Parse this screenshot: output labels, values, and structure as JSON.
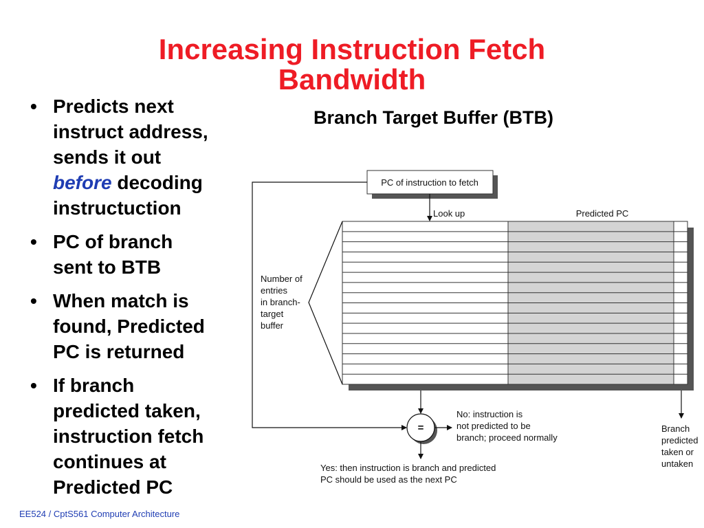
{
  "slide": {
    "title_lines": [
      "Increasing Instruction Fetch",
      "Bandwidth"
    ],
    "bullets": [
      {
        "lines": [
          "Predicts next",
          "instruct address,",
          "sends it out"
        ],
        "emph": "before",
        "after": "decoding",
        "last": "instructuction"
      },
      {
        "lines": [
          "PC of branch",
          "sent to BTB"
        ]
      },
      {
        "lines": [
          "When match is",
          "found, Predicted",
          "PC is returned"
        ]
      },
      {
        "lines": [
          "If branch",
          "predicted taken,",
          "instruction fetch",
          "continues at",
          "Predicted PC"
        ]
      }
    ],
    "bullet_symbol": "•",
    "footer": "EE524 / CptS561 Computer Architecture"
  },
  "diagram": {
    "title": "Branch Target Buffer (BTB)",
    "pc_box": "PC of instruction to fetch",
    "lookup": "Look up",
    "predicted_pc": "Predicted PC",
    "entries_label": [
      "Number of",
      "entries",
      "in branch-",
      "target",
      "buffer"
    ],
    "compare": "=",
    "no_text": [
      "No:  instruction is",
      "not predicted to be",
      "branch; proceed normally"
    ],
    "yes_text": [
      "Yes:  then instruction is branch and predicted",
      "PC should be used as the next PC"
    ],
    "branch_text": [
      "Branch",
      "predicted",
      "taken or",
      "untaken"
    ],
    "row_count": 16,
    "colors": {
      "title": "#ee1c25",
      "emphasis": "#1f3db3",
      "footer": "#1f3db3",
      "predicted_fill": "#d4d4d4",
      "shadow": "#555555"
    }
  }
}
